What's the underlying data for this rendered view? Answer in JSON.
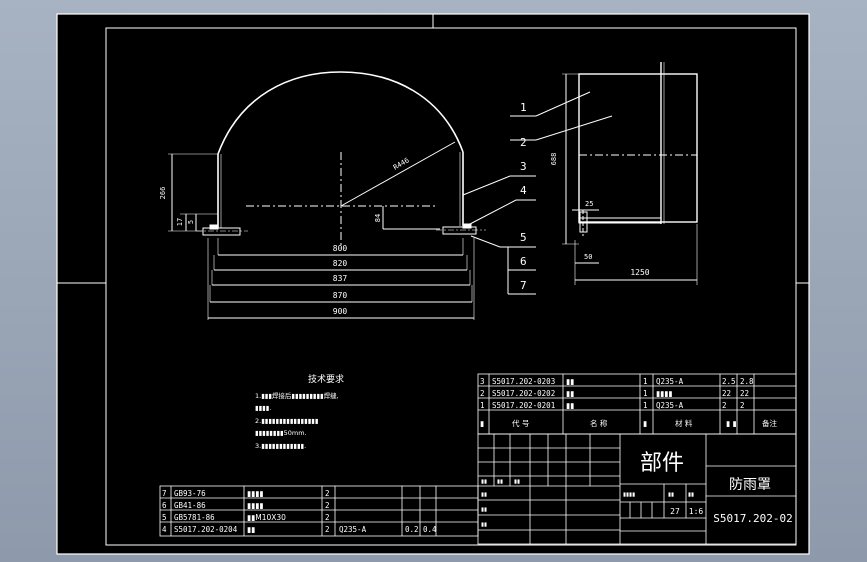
{
  "colors": {
    "background": "#a7b2c2",
    "drawing": "#000000",
    "lines": "#ffffff",
    "centerline": "#ffffff"
  },
  "dimensions": {
    "width_800": "800",
    "width_820": "820",
    "width_837": "837",
    "width_870": "870",
    "width_900": "900",
    "height_266": "266",
    "offset_17": "17",
    "offset_5": "5",
    "height_84": "84",
    "radius": "R446",
    "side_688": "688",
    "side_25": "25",
    "side_50": "50",
    "side_1250": "1250"
  },
  "balloons": [
    "1",
    "2",
    "3",
    "4",
    "5",
    "6",
    "7"
  ],
  "notes": {
    "title": "技术要求",
    "lines": [
      "1.▮▮▮焊接后▮▮▮▮▮▮▮▮▮焊缝,",
      "  ▮▮▮▮.",
      "2.▮▮▮▮▮▮▮▮▮▮▮▮▮▮▮▮",
      "  ▮▮▮▮▮▮▮▮50mm.",
      "3.▮▮▮▮▮▮▮▮▮▮▮▮."
    ]
  },
  "parts_top": [
    {
      "no": "3",
      "code": "S5017.202-0203",
      "name": "▮▮",
      "qty": "1",
      "material": "Q235-A",
      "w1": "2.5",
      "w2": "2.8"
    },
    {
      "no": "2",
      "code": "S5017.202-0202",
      "name": "▮▮",
      "qty": "1",
      "material": "▮▮▮▮",
      "w1": "22",
      "w2": "22"
    },
    {
      "no": "1",
      "code": "S5017.202-0201",
      "name": "▮▮",
      "qty": "1",
      "material": "Q235-A",
      "w1": "2",
      "w2": "2"
    }
  ],
  "parts_bottom": [
    {
      "no": "7",
      "code": "GB93-76",
      "name": "▮▮▮▮",
      "qty": "2",
      "material": "",
      "w1": "",
      "w2": ""
    },
    {
      "no": "6",
      "code": "GB41-86",
      "name": "▮▮▮▮",
      "qty": "2",
      "material": "",
      "w1": "",
      "w2": ""
    },
    {
      "no": "5",
      "code": "GB5781-86",
      "name": "▮▮M10X30",
      "qty": "2",
      "material": "",
      "w1": "",
      "w2": ""
    },
    {
      "no": "4",
      "code": "S5017.202-0204",
      "name": "▮▮",
      "qty": "2",
      "material": "Q235-A",
      "w1": "0.2",
      "w2": "0.4"
    }
  ],
  "header_row": {
    "no": "▮",
    "code": "代 号",
    "name": "名 称",
    "qty": "▮",
    "material": "材 料",
    "weight": "▮ ▮",
    "remark": "备注"
  },
  "title_block": {
    "category": "部件",
    "name": "防雨罩",
    "drawing_no": "S5017.202-02",
    "sheet": "27",
    "scale": "1:6",
    "labels": [
      "▮▮",
      "▮▮",
      "▮▮",
      "▮▮",
      "▮▮",
      "▮▮",
      "▮▮▮▮",
      "▮▮",
      "▮▮"
    ]
  }
}
